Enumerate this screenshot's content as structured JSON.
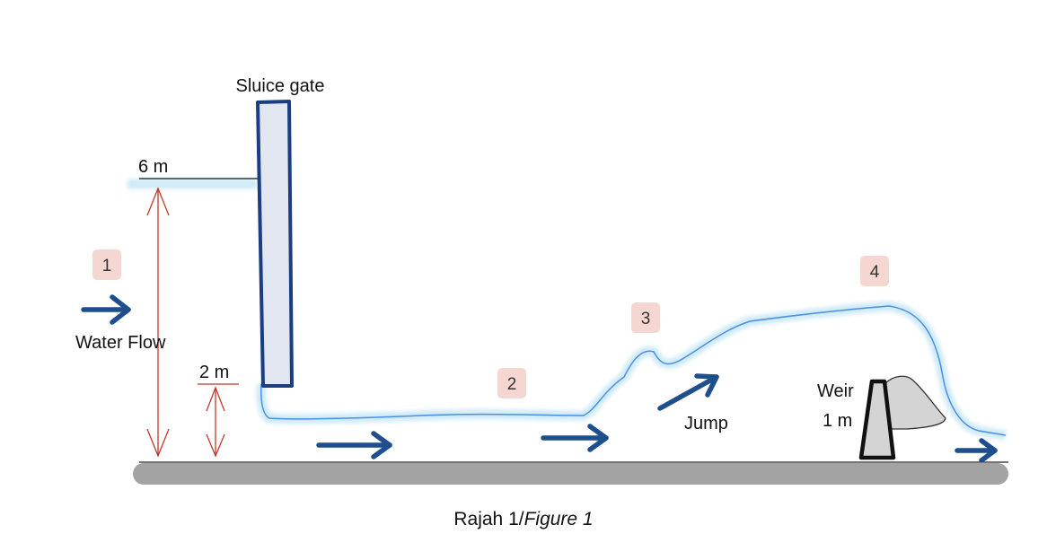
{
  "labels": {
    "sluice_gate": "Sluice gate",
    "water_flow": "Water Flow",
    "jump": "Jump",
    "weir": "Weir",
    "upstream_depth": "6 m",
    "gate_opening_depth": "2 m",
    "weir_height": "1 m"
  },
  "sections": [
    "1",
    "2",
    "3",
    "4"
  ],
  "caption": {
    "prefix": "Rajah 1/",
    "italic": "Figure 1"
  },
  "colors": {
    "water": "#4a90e2",
    "water_glow": "#cfeaf8",
    "arrow": "#1f4e8c",
    "dimension": "#c0392b",
    "gate_fill": "#e1e6f1",
    "gate_stroke": "#1b3d82",
    "channel_bed": "#a3a3a3",
    "badge_fill": "#f6d6d0"
  }
}
